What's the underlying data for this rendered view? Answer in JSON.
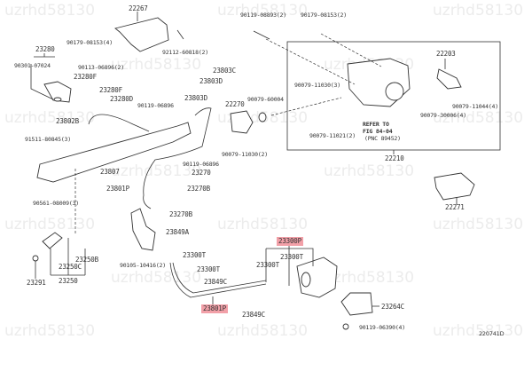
{
  "watermark": "uzrhd58130",
  "diagram_code": "220741D",
  "refer": {
    "line1": "REFER TO",
    "line2": "FIG 84-04",
    "line3": "(PNC 89452)"
  },
  "labels": {
    "l22267": "22267",
    "l90179_08153_4": "90179-08153(4)",
    "l92112_60818_2": "92112-60818(2)",
    "l23280": "23280",
    "l90301_07024": "90301-07024",
    "l90113_06896_2": "90113-06896(2)",
    "l23280F_a": "23280F",
    "l23280F_b": "23280F",
    "l23280D": "23280D",
    "l90119_06896_a": "90119-06896",
    "l23802B": "23802B",
    "l91511_80845_3": "91511-80845(3)",
    "l23803C": "23803C",
    "l23803D_a": "23803D",
    "l23803D_b": "23803D",
    "l22270": "22270",
    "l90079_11030_2": "90079-11030(2)",
    "l90119_06896_b": "90119-06896",
    "l23270": "23270",
    "l23807": "23807",
    "l23801P_a": "23801P",
    "l23270B_a": "23270B",
    "l90561_08009_3": "90561-08009(3)",
    "l23270B_b": "23270B",
    "l23849A": "23849A",
    "l23250B": "23250B",
    "l23250C": "23250C",
    "l90105_10416_2": "90105-10416(2)",
    "l23300T_a": "23300T",
    "l23300T_b": "23300T",
    "l23849C_a": "23849C",
    "l23291": "23291",
    "l23250": "23250",
    "l23801P_hl": "23801P",
    "l23849C_b": "23849C",
    "l90119_08893_2": "90119-08893(2)",
    "l90179_08153_2": "90179-08153(2)",
    "l22203": "22203",
    "l90079_11030_3": "90079-11030(3)",
    "l90079_60004": "90079-60004",
    "l90079_11044_4": "90079-11044(4)",
    "l90079_30006_4": "90079-30006(4)",
    "l90079_11021_2": "90079-11021(2)",
    "l22210": "22210",
    "l22271": "22271",
    "l23300P_hl": "23300P",
    "l23300T_c": "23300T",
    "l23300T_d": "23300T",
    "l23264C": "23264C",
    "l90119_06390_4": "90119-06390(4)"
  },
  "colors": {
    "highlight": "#f2a0a8",
    "line": "#333333",
    "watermark": "#ececec"
  }
}
